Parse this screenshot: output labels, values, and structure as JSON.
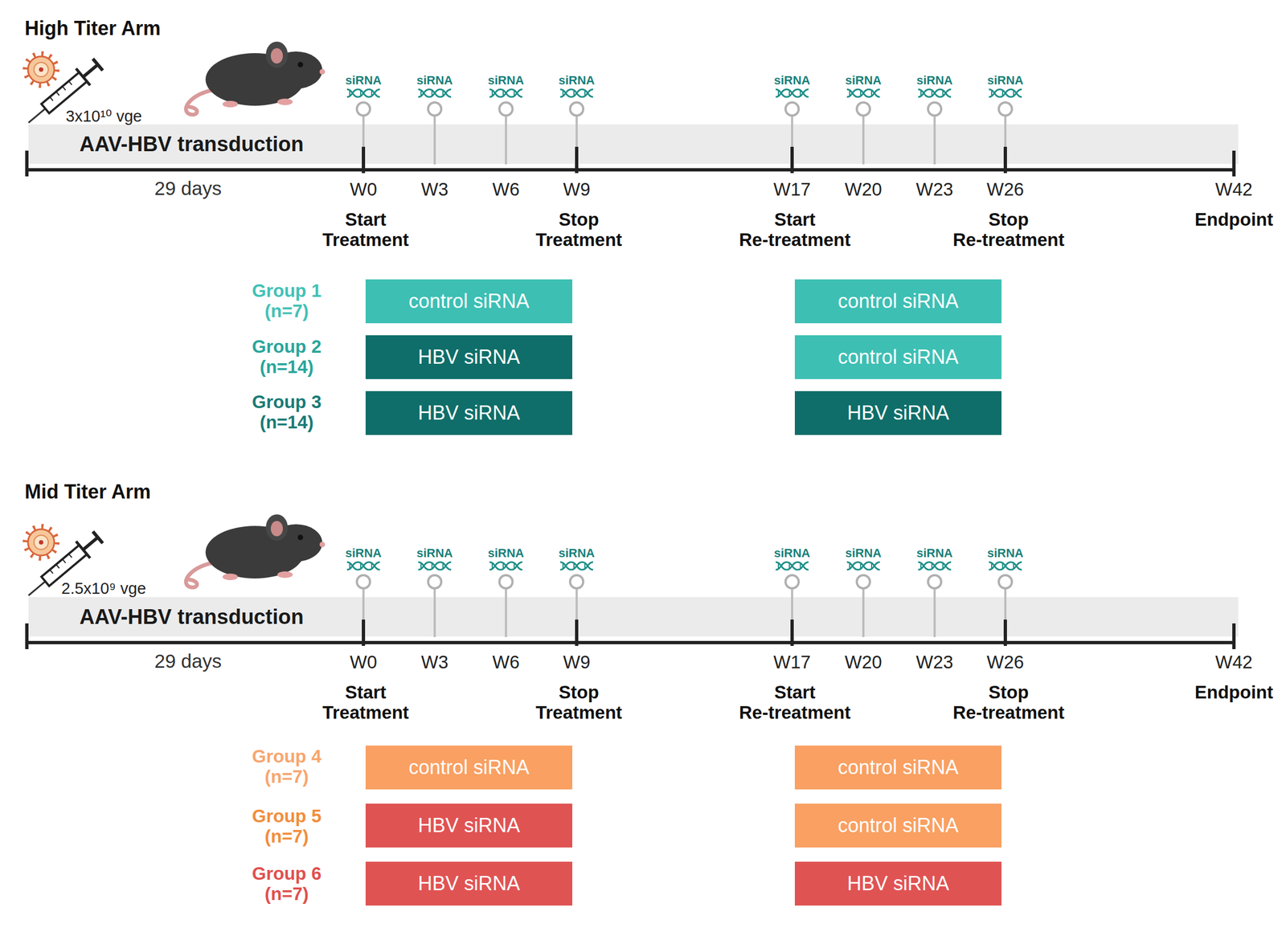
{
  "diagram": {
    "nodes": [
      {
        "text": [
          "AAV-HBV transduction"
        ]
      },
      {
        "text": [
          "control siRNA"
        ]
      },
      {
        "text": [
          "control siRNA"
        ]
      },
      {
        "text": [
          "HBV siRNA"
        ]
      },
      {
        "text": [
          "control siRNA"
        ]
      },
      {
        "text": [
          "HBV siRNA"
        ]
      },
      {
        "text": [
          "HBV siRNA"
        ]
      },
      {
        "text": [
          "AAV-HBV transduction"
        ]
      },
      {
        "text": [
          "control siRNA"
        ]
      },
      {
        "text": [
          "control siRNA"
        ]
      },
      {
        "text": [
          "HBV siRNA"
        ]
      },
      {
        "text": [
          "control siRNA"
        ]
      },
      {
        "text": [
          "HBV siRNA"
        ]
      },
      {
        "text": [
          "HBV siRNA"
        ]
      }
    ],
    "labels": [
      "High Titer Arm",
      "3x10¹⁰ vge",
      "siRNA",
      "siRNA",
      "siRNA",
      "siRNA",
      "siRNA",
      "siRNA",
      "siRNA",
      "siRNA",
      "29 days",
      "W0",
      "W3",
      "W6",
      "W9",
      "W17",
      "W20",
      "W23",
      "W26",
      "W42",
      "Start Treatment",
      "Stop Treatment",
      "Start Re-treatment",
      "Stop Re-treatment",
      "Endpoint",
      "Group 1 (n=7)",
      "Group 2 (n=14)",
      "Group 3 (n=14)",
      "Mid Titer Arm",
      "2.5x10⁹ vge",
      "siRNA",
      "siRNA",
      "siRNA",
      "siRNA",
      "siRNA",
      "siRNA",
      "siRNA",
      "siRNA",
      "29 days",
      "W0",
      "W3",
      "W6",
      "W9",
      "W17",
      "W20",
      "W23",
      "W26",
      "W42",
      "Start Treatment",
      "Stop Treatment",
      "Start Re-treatment",
      "Stop Re-treatment",
      "Endpoint",
      "Group 4 (n=7)",
      "Group 5 (n=7)",
      "Group 6 (n=7)"
    ]
  }
}
